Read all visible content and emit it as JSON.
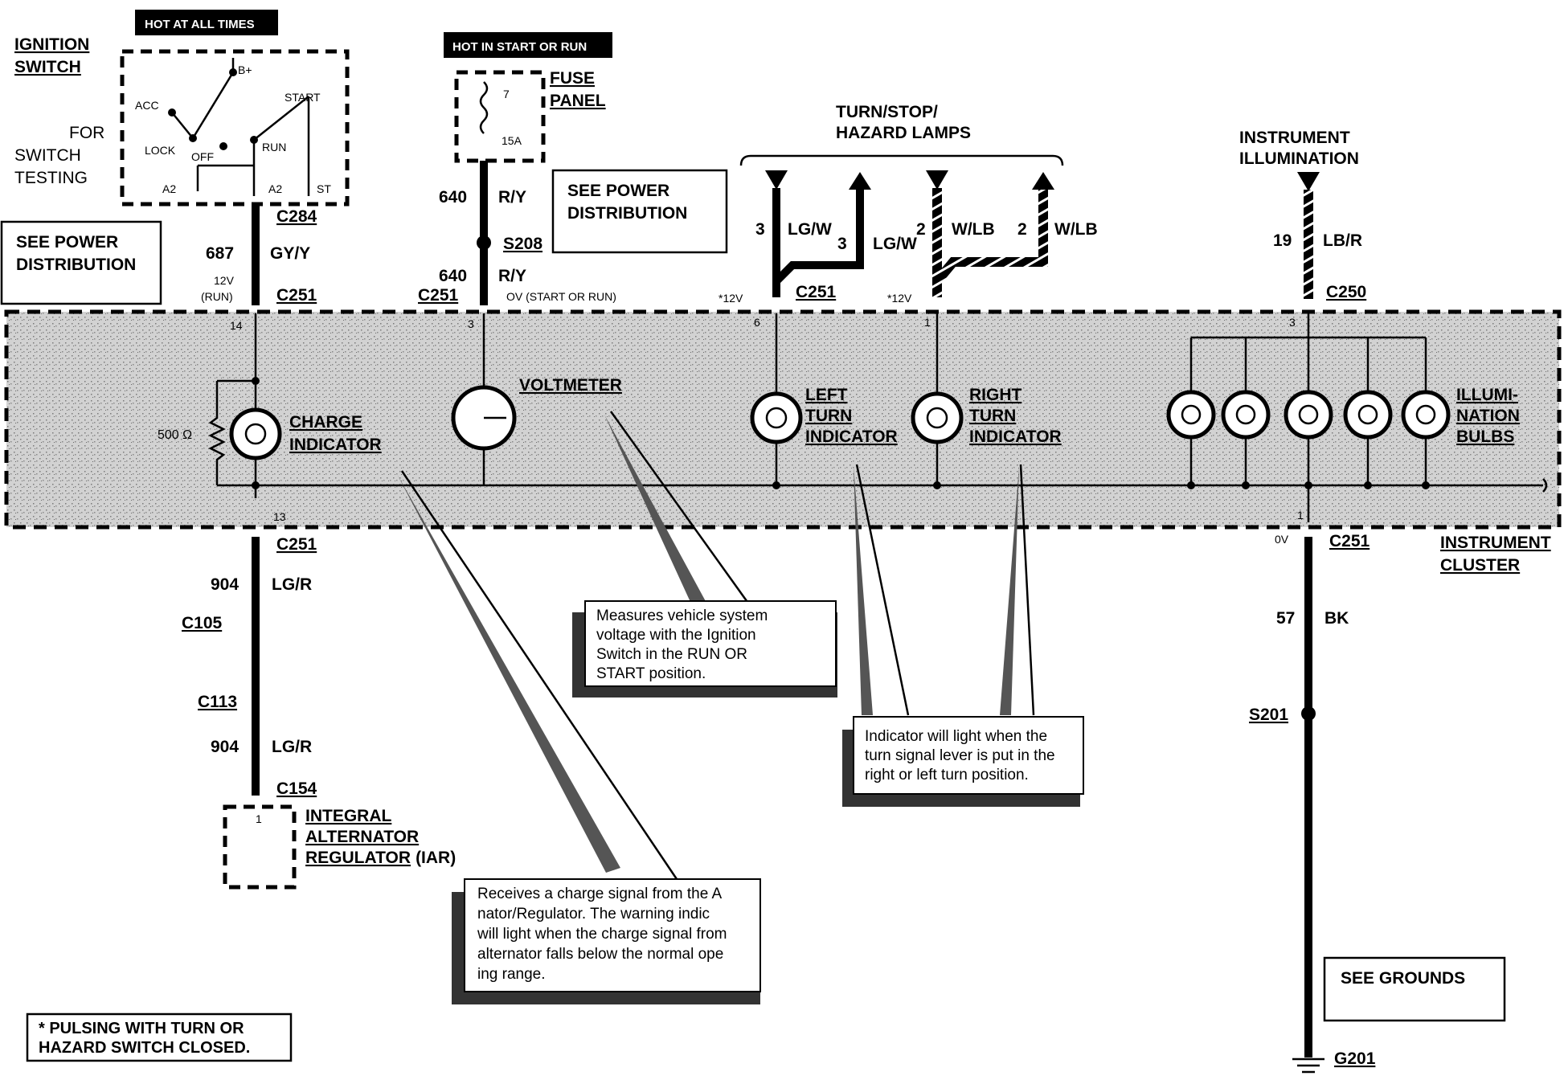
{
  "labels": {
    "hot_at_all_times": "HOT AT ALL TIMES",
    "hot_in_start_or_run": "HOT IN START OR RUN",
    "ignition_switch_1": "IGNITION",
    "ignition_switch_2": "SWITCH",
    "for_switch_testing_1": "FOR",
    "for_switch_testing_2": "SWITCH",
    "for_switch_testing_3": "TESTING",
    "sw_bplus": "B+",
    "sw_acc": "ACC",
    "sw_start": "START",
    "sw_lock": "LOCK",
    "sw_off": "OFF",
    "sw_run": "RUN",
    "sw_a2_left": "A2",
    "sw_a2_right": "A2",
    "sw_st": "ST",
    "fuse_panel_1": "FUSE",
    "fuse_panel_2": "PANEL",
    "fuse_num": "7",
    "fuse_amp": "15A",
    "see_power_distribution_1": "SEE POWER",
    "see_power_distribution_2": "DISTRIBUTION",
    "turn_stop_hazard_1": "TURN/STOP/",
    "turn_stop_hazard_2": "HAZARD LAMPS",
    "instrument_illumination_1": "INSTRUMENT",
    "instrument_illumination_2": "ILLUMINATION",
    "voltmeter": "VOLTMETER",
    "charge_indicator_1": "CHARGE",
    "charge_indicator_2": "INDICATOR",
    "left_turn_1": "LEFT",
    "left_turn_2": "TURN",
    "left_turn_3": "INDICATOR",
    "right_turn_1": "RIGHT",
    "right_turn_2": "TURN",
    "right_turn_3": "INDICATOR",
    "illum_bulbs_1": "ILLUMI-",
    "illum_bulbs_2": "NATION",
    "illum_bulbs_3": "BULBS",
    "instrument_cluster_1": "INSTRUMENT",
    "instrument_cluster_2": "CLUSTER",
    "iar_1": "INTEGRAL",
    "iar_2": "ALTERNATOR",
    "iar_3": "REGULATOR",
    "iar_suffix": "(IAR)",
    "iar_pin": "1",
    "see_grounds": "SEE GROUNDS",
    "resistor": "500 Ω",
    "pulsing_note_1": "* PULSING WITH TURN OR",
    "pulsing_note_2": "HAZARD SWITCH CLOSED.",
    "v12_run_1": "12V",
    "v12_run_2": "(RUN)",
    "ov_start_run": "OV (START OR RUN)",
    "v12_left": "*12V",
    "v12_right": "*12V",
    "ov_ground": "0V"
  },
  "connectors": {
    "c284": "C284",
    "c251_ign": "C251",
    "c251_vm": "C251",
    "c251_left": "C251",
    "c250": "C250",
    "c251_charge": "C251",
    "c105": "C105",
    "c113": "C113",
    "c154": "C154",
    "c251_ground": "C251",
    "s208": "S208",
    "s201": "S201",
    "g201": "G201"
  },
  "pins": {
    "p14": "14",
    "p13": "13",
    "p3_vm": "3",
    "p6": "6",
    "p1_rt": "1",
    "p3_il": "3",
    "p1_gnd": "1"
  },
  "wires": {
    "w687_num": "687",
    "w687_color": "GY/Y",
    "w640a_num": "640",
    "w640a_color": "R/Y",
    "w640b_num": "640",
    "w640b_color": "R/Y",
    "w3a_num": "3",
    "w3a_color": "LG/W",
    "w3b_num": "3",
    "w3b_color": "LG/W",
    "w2a_num": "2",
    "w2a_color": "W/LB",
    "w2b_num": "2",
    "w2b_color": "W/LB",
    "w19_num": "19",
    "w19_color": "LB/R",
    "w904a_num": "904",
    "w904a_color": "LG/R",
    "w904b_num": "904",
    "w904b_color": "LG/R",
    "w57_num": "57",
    "w57_color": "BK"
  },
  "notes": {
    "voltmeter": [
      "Measures vehicle system",
      "voltage with the Ignition",
      "Switch in the RUN OR",
      "START position."
    ],
    "turn": [
      "Indicator will light when the",
      "turn signal lever is put in the",
      "right or left turn position."
    ],
    "charge": [
      "Receives a charge signal from the A",
      "nator/Regulator. The warning indic",
      "will light when the charge signal from",
      "alternator falls below the normal ope",
      "ing range."
    ]
  }
}
